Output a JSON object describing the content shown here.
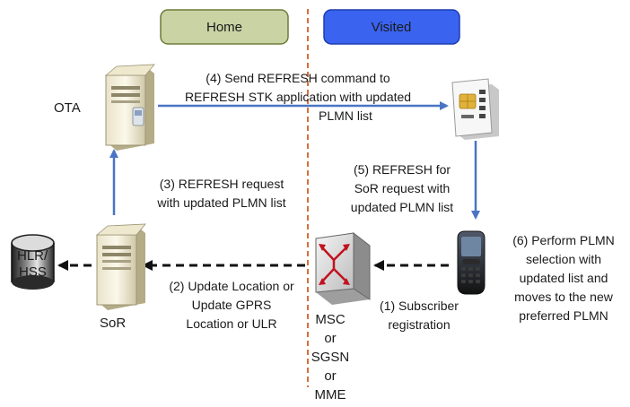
{
  "zones": {
    "home": "Home",
    "visited": "Visited"
  },
  "nodes": {
    "ota": "OTA",
    "hlr_line1": "HLR/",
    "hlr_line2": "HSS",
    "sor": "SoR",
    "msc_lines": [
      "MSC",
      "or",
      "SGSN",
      "or",
      "MME"
    ]
  },
  "steps": {
    "step1": [
      "(1) Subscriber",
      "registration"
    ],
    "step2": [
      "(2) Update Location or",
      "Update GPRS",
      "Location or ULR"
    ],
    "step3": [
      "(3) REFRESH request",
      "with updated PLMN list"
    ],
    "step4": [
      "(4) Send REFRESH command to",
      "REFRESH STK application with updated",
      "PLMN list"
    ],
    "step5": [
      "(5) REFRESH for",
      "SoR request with",
      "updated PLMN list"
    ],
    "step6": [
      "(6) Perform PLMN",
      "selection with",
      "updated list and",
      "moves to the new",
      "preferred PLMN"
    ]
  },
  "colors": {
    "home_fill": "#c9d3a4",
    "home_border": "#6e7a3a",
    "visited_fill": "#3a63f0",
    "visited_border": "#1c3cb0",
    "divider": "#d2602a",
    "blue_arrow": "#4a74c4",
    "dash_arrow": "#111111"
  },
  "icons": {
    "ota": "server-icon",
    "sor": "server-icon",
    "hlr": "database-cylinder-icon",
    "msc": "network-switch-icon",
    "sim": "sim-card-icon",
    "phone": "mobile-phone-icon"
  }
}
